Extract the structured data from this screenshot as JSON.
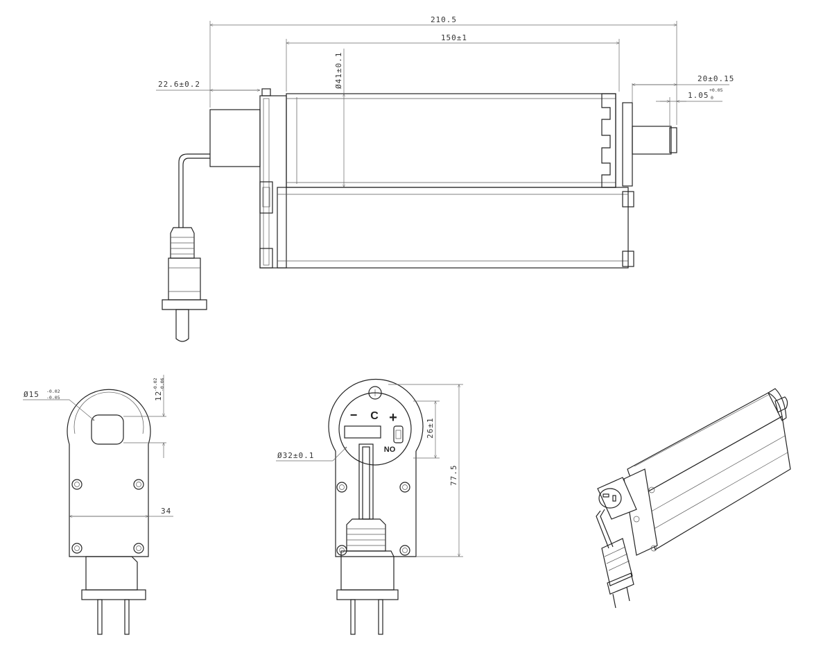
{
  "dimensions": {
    "overall_length": "210.5",
    "body_length": "150±1",
    "body_diameter": "Ø41±0.1",
    "gearbox_offset": "22.6±0.2",
    "shaft_length": "20±0.15",
    "shaft_flat": "1.05",
    "shaft_flat_tol_upper": "+0.05",
    "shaft_flat_tol_lower": "0",
    "shaft_diameter": "Ø15",
    "shaft_diameter_tol_upper": "-0.02",
    "shaft_diameter_tol_lower": "-0.05",
    "shaft_flat_width": "12",
    "shaft_flat_width_tol_upper": "-0.02",
    "shaft_flat_width_tol_lower": "-0.06",
    "housing_width": "34",
    "panel_diameter": "Ø32±0.1",
    "panel_height": "26±1",
    "total_height": "77.5"
  },
  "panel_labels": {
    "minus": "−",
    "c": "C",
    "plus": "+",
    "no": "NO"
  }
}
